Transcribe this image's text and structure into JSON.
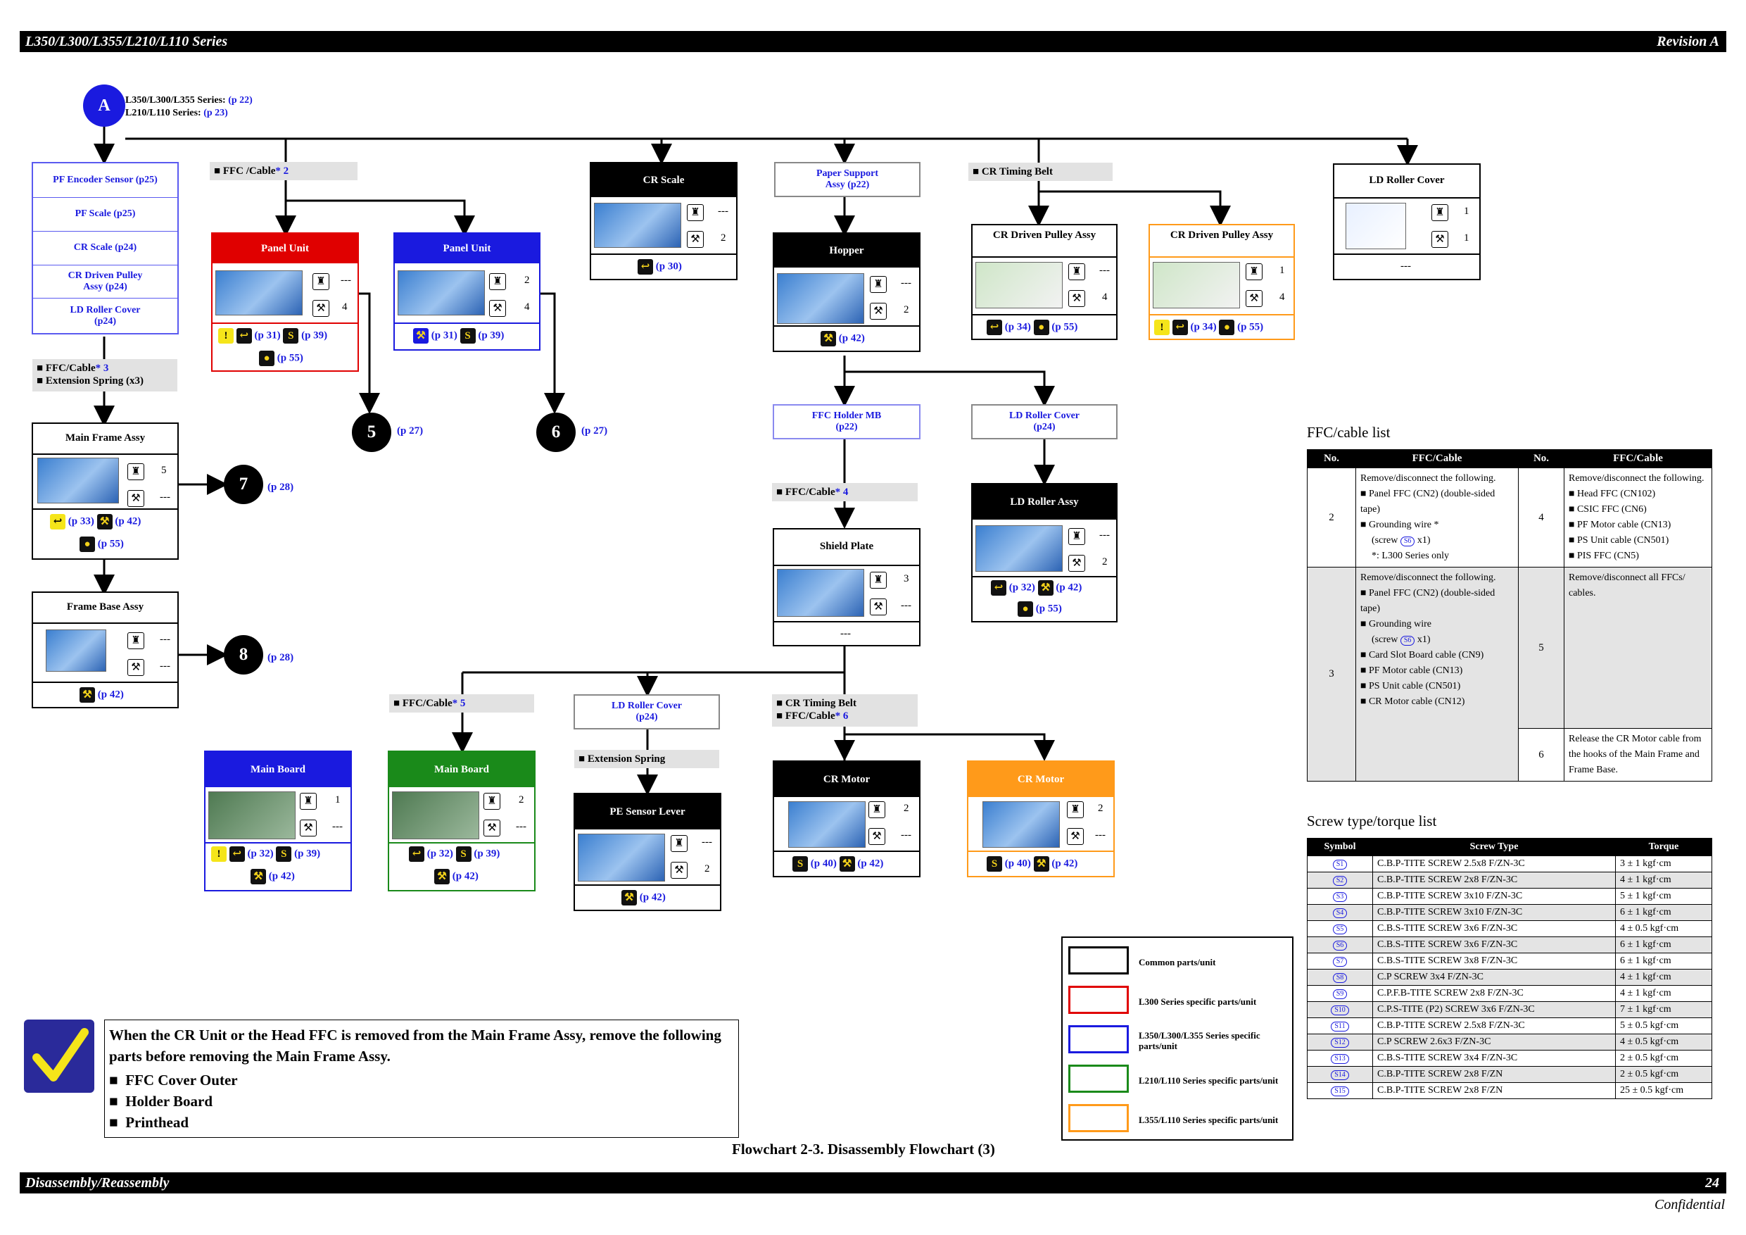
{
  "header": {
    "left": "L350/L300/L355/L210/L110 Series",
    "right": "Revision A"
  },
  "footer": {
    "left": "Disassembly/Reassembly",
    "right": "24",
    "confidential": "Confidential"
  },
  "start": {
    "letter": "A",
    "line1": "L350/L300/L355 Series:",
    "ref1": "(p 22)",
    "line2": "L210/L110 Series:",
    "ref2": "(p 23)"
  },
  "left_stack": [
    "PF Encoder Sensor (p25)",
    "PF Scale (p25)",
    "CR Scale (p24)",
    "CR Driven Pulley Assy (p24)",
    "LD Roller Cover (p24)"
  ],
  "labels": {
    "ffc2": "FFC /Cable",
    "ffc2n": "* 2",
    "crbelt": "CR Timing Belt",
    "ffc3": "FFC/Cable",
    "ffc3n": "* 3",
    "ext3": "Extension Spring (x3)",
    "ffc4": "FFC/Cable",
    "ffc4n": "* 4",
    "ffc5": "FFC/Cable",
    "ffc5n": "* 5",
    "extspring": "Extension Spring",
    "crbelt2": "CR Timing Belt",
    "ffc6": "FFC/Cable",
    "ffc6n": "* 6"
  },
  "parts": {
    "main_frame": {
      "title": "Main Frame Assy",
      "c1": "5",
      "c2": "---",
      "r1": "(p 33)",
      "r2": "(p 42)",
      "r3": "(p 55)"
    },
    "frame_base": {
      "title": "Frame Base Assy",
      "c1": "---",
      "c2": "---",
      "r1": "(p 42)"
    },
    "panel_red": {
      "title": "Panel Unit",
      "c1": "---",
      "c2": "4",
      "r1": "(p 31)",
      "r2": "(p 39)",
      "r3": "(p 55)"
    },
    "panel_blue": {
      "title": "Panel Unit",
      "c1": "2",
      "c2": "4",
      "r1": "(p 31)",
      "r2": "(p 39)"
    },
    "cr_scale": {
      "title": "CR Scale",
      "c1": "---",
      "c2": "2",
      "r1": "(p 30)"
    },
    "paper_support": {
      "title": "Paper Support Assy (p22)"
    },
    "hopper": {
      "title": "Hopper",
      "c1": "---",
      "c2": "2",
      "r1": "(p 42)"
    },
    "cr_pulley_black": {
      "title": "CR Driven Pulley Assy",
      "c1": "---",
      "c2": "4",
      "r1": "(p 34)",
      "r2": "(p 55)"
    },
    "cr_pulley_orange": {
      "title": "CR Driven Pulley Assy",
      "c1": "1",
      "c2": "4",
      "r1": "(p 34)",
      "r2": "(p 55)"
    },
    "ld_cover_top": {
      "title": "LD Roller Cover",
      "c1": "1",
      "c2": "1",
      "bottom": "---"
    },
    "ffc_holder": {
      "title": "FFC Holder MB (p22)"
    },
    "ld_cover_mid": {
      "title": "LD Roller Cover (p24)"
    },
    "ld_roller_assy": {
      "title": "LD Roller Assy",
      "c1": "---",
      "c2": "2",
      "r1": "(p 32)",
      "r2": "(p 42)",
      "r3": "(p 55)"
    },
    "shield": {
      "title": "Shield Plate",
      "c1": "3",
      "c2": "---",
      "bottom": "---"
    },
    "main_board_blue": {
      "title": "Main Board",
      "c1": "1",
      "c2": "---",
      "r1": "(p 32)",
      "r2": "(p 39)",
      "r3": "(p 42)"
    },
    "main_board_green": {
      "title": "Main Board",
      "c1": "2",
      "c2": "---",
      "r1": "(p 32)",
      "r2": "(p 39)",
      "r3": "(p 42)"
    },
    "ld_cover_low": {
      "title": "LD Roller Cover (p24)"
    },
    "pe_sensor": {
      "title": "PE Sensor Lever",
      "c1": "---",
      "c2": "2",
      "r1": "(p 42)"
    },
    "cr_motor_black": {
      "title": "CR Motor",
      "c1": "2",
      "c2": "---",
      "r1": "(p 40)",
      "r2": "(p 42)"
    },
    "cr_motor_orange": {
      "title": "CR Motor",
      "c1": "2",
      "c2": "---",
      "r1": "(p 40)",
      "r2": "(p 42)"
    }
  },
  "circles": [
    {
      "n": "5",
      "ref": "(p 27)"
    },
    {
      "n": "6",
      "ref": "(p 27)"
    },
    {
      "n": "7",
      "ref": "(p 28)"
    },
    {
      "n": "8",
      "ref": "(p 28)"
    }
  ],
  "ffc_list": {
    "title": "FFC/cable list",
    "headers": [
      "No.",
      "FFC/Cable",
      "No.",
      "FFC/Cable"
    ],
    "r2": {
      "no": "2",
      "intro": "Remove/disconnect the following.",
      "items": [
        "Panel FFC (CN2) (double-sided tape)",
        "Grounding wire *"
      ],
      "screw": "(screw",
      "screw_tag": "S6",
      "screw_x": "x1)",
      "note": "*: L300 Series only"
    },
    "r4": {
      "no": "4",
      "intro": "Remove/disconnect the following.",
      "items": [
        "Head FFC (CN102)",
        "CSIC FFC (CN6)",
        "PF Motor cable (CN13)",
        "PS Unit cable (CN501)",
        "PIS FFC (CN5)"
      ]
    },
    "r3": {
      "no": "3",
      "intro": "Remove/disconnect the following.",
      "items": [
        "Panel FFC (CN2) (double-sided tape)",
        "Grounding wire"
      ],
      "screw": "(screw",
      "screw_tag": "S6",
      "screw_x": "x1)",
      "items2": [
        "Card Slot Board cable (CN9)",
        "PF Motor cable (CN13)",
        "PS Unit cable (CN501)",
        "CR Motor cable (CN12)"
      ]
    },
    "r5": {
      "no": "5",
      "text": "Remove/disconnect all FFCs/ cables."
    },
    "r6": {
      "no": "6",
      "text": "Release the CR Motor cable from the hooks of the Main Frame and Frame Base."
    }
  },
  "screw_list": {
    "title": "Screw type/torque list",
    "headers": [
      "Symbol",
      "Screw Type",
      "Torque"
    ],
    "rows": [
      [
        "S1",
        "C.B.P-TITE SCREW 2.5x8 F/ZN-3C",
        "3 ± 1 kgf·cm"
      ],
      [
        "S2",
        "C.B.P-TITE SCREW 2x8 F/ZN-3C",
        "4 ± 1 kgf·cm"
      ],
      [
        "S3",
        "C.B.P-TITE SCREW 3x10 F/ZN-3C",
        "5 ± 1 kgf·cm"
      ],
      [
        "S4",
        "C.B.P-TITE SCREW 3x10 F/ZN-3C",
        "6 ± 1 kgf·cm"
      ],
      [
        "S5",
        "C.B.S-TITE SCREW 3x6 F/ZN-3C",
        "4 ± 0.5 kgf·cm"
      ],
      [
        "S6",
        "C.B.S-TITE SCREW 3x6 F/ZN-3C",
        "6 ± 1 kgf·cm"
      ],
      [
        "S7",
        "C.B.S-TITE SCREW 3x8 F/ZN-3C",
        "6 ± 1 kgf·cm"
      ],
      [
        "S8",
        "C.P SCREW 3x4 F/ZN-3C",
        "4 ± 1 kgf·cm"
      ],
      [
        "S9",
        "C.P.F.B-TITE SCREW 2x8 F/ZN-3C",
        "4 ± 1 kgf·cm"
      ],
      [
        "S10",
        "C.P.S-TITE (P2) SCREW 3x6 F/ZN-3C",
        "7 ± 1 kgf·cm"
      ],
      [
        "S11",
        "C.B.P-TITE SCREW 2.5x8 F/ZN-3C",
        "5 ± 0.5 kgf·cm"
      ],
      [
        "S12",
        "C.P SCREW 2.6x3 F/ZN-3C",
        "4 ± 0.5 kgf·cm"
      ],
      [
        "S13",
        "C.B.S-TITE SCREW 3x4 F/ZN-3C",
        "2 ± 0.5 kgf·cm"
      ],
      [
        "S14",
        "C.B.P-TITE SCREW 2x8 F/ZN",
        "2 ± 0.5 kgf·cm"
      ],
      [
        "S15",
        "C.B.P-TITE SCREW 2x8 F/ZN",
        "25 ± 0.5 kgf·cm"
      ]
    ]
  },
  "legend": [
    {
      "color": "#000000",
      "text": "Common parts/unit"
    },
    {
      "color": "#e00000",
      "text": "L300 Series specific parts/unit"
    },
    {
      "color": "#1a1adf",
      "text": "L350/L300/L355 Series specific parts/unit"
    },
    {
      "color": "#1a8a1a",
      "text": "L210/L110 Series specific parts/unit"
    },
    {
      "color": "#ff9a1a",
      "text": "L355/L110 Series specific parts/unit"
    }
  ],
  "note": {
    "text": "When the CR Unit or the Head FFC is removed from the Main Frame Assy, remove the following parts before removing the Main Frame Assy.",
    "items": [
      "FFC Cover Outer",
      "Holder Board",
      "Printhead"
    ]
  },
  "caption": "Flowchart 2-3.  Disassembly Flowchart (3)"
}
